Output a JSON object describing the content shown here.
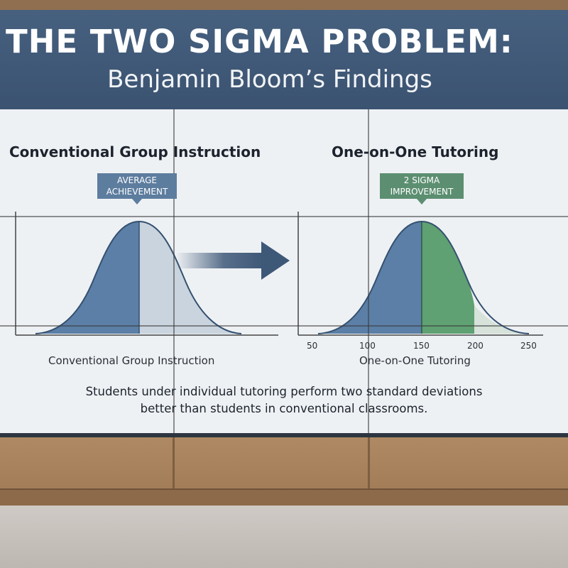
{
  "banner": {
    "title": "THE TWO SIGMA PROBLEM:",
    "subtitle": "Benjamin Bloom’s Findings"
  },
  "left_panel": {
    "title": "Conventional Group Instruction",
    "callout_line1": "AVERAGE",
    "callout_line2": "ACHIEVEMENT",
    "caption": "Conventional Group Instruction"
  },
  "right_panel": {
    "title": "One-on-One Tutoring",
    "callout_line1": "2 SIGMA",
    "callout_line2": "IMPROVEMENT",
    "caption": "One-on-One Tutoring",
    "ticks": [
      "50",
      "100",
      "150",
      "200",
      "250"
    ]
  },
  "summary": {
    "line1": "Students under individual tutoring perform two standard deviations",
    "line2": "better than students in conventional classrooms."
  },
  "colors": {
    "banner": "#3f5877",
    "curve_fill": "#5b7fa6",
    "curve_light": "#c9d4de",
    "improvement_green": "#5fa172",
    "arrow": "#3e5878"
  }
}
